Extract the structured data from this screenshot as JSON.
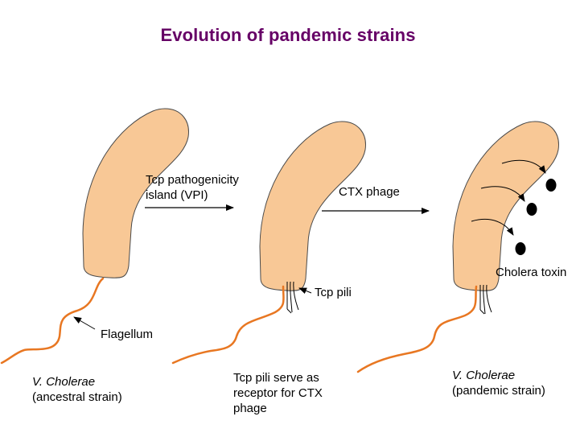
{
  "title": "Evolution of pandemic strains",
  "colors": {
    "title": "#660066",
    "cell_fill": "#f8c896",
    "cell_stroke": "#4a4a4a",
    "flagellum": "#e87722",
    "toxin": "#000000"
  },
  "labels": {
    "step1": {
      "line1": "Tcp pathogenicity",
      "line2": "island (VPI)"
    },
    "step2": "CTX phage",
    "flagellum": "Flagellum",
    "tcp_pili": "Tcp pili",
    "cholera_toxin": "Cholera toxin",
    "ancestral": {
      "name": "V. Cholerae",
      "note": "(ancestral strain)"
    },
    "middle": {
      "line1": "Tcp pili serve as",
      "line2": "receptor for CTX",
      "line3": "phage"
    },
    "pandemic": {
      "name": "V. Cholerae",
      "note": "(pandemic strain)"
    }
  }
}
